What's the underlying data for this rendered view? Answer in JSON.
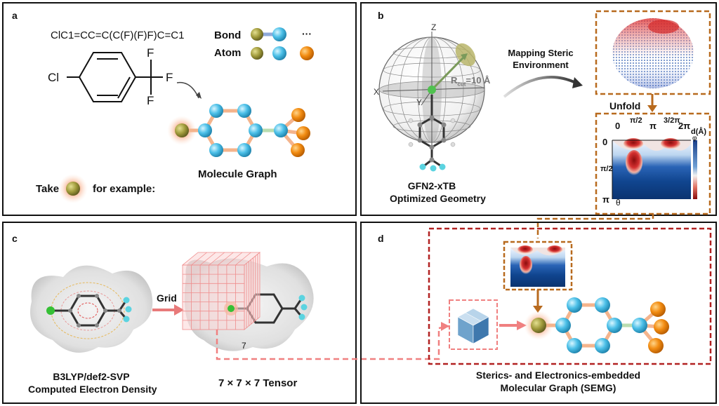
{
  "panel_a": {
    "label": "a",
    "smiles": "ClC1=CC=C(C(F)(F)F)C=C1",
    "cl": "Cl",
    "f1": "F",
    "f2": "F",
    "f3": "F",
    "legend_bond": "Bond",
    "legend_atom": "Atom",
    "legend_more": "···",
    "take": "Take",
    "for_example": "for example:",
    "molecule_graph": "Molecule Graph"
  },
  "panel_b": {
    "label": "b",
    "axis_z": "Z",
    "axis_x": "X",
    "axis_y": "Y",
    "rcut": "R",
    "rcut_sub": "cut",
    "rcut_val": "=10 Å",
    "geom_line1": "GFN2-xTB",
    "geom_line2": "Optimized Geometry",
    "mapping_line1": "Mapping Steric",
    "mapping_line2": "Environment",
    "unfold": "Unfold",
    "phi_ticks": [
      "0",
      "π/2",
      "π",
      "3/2π",
      "2π"
    ],
    "theta_ticks": [
      "0",
      "π/2",
      "π"
    ],
    "phi": "φ",
    "theta": "θ",
    "colorbar_label": "d(Å)"
  },
  "panel_c": {
    "label": "c",
    "grid": "Grid",
    "seven": "7",
    "caption1_line1": "B3LYP/def2-SVP",
    "caption1_line2": "Computed Electron Density",
    "caption2": "7 × 7 × 7  Tensor"
  },
  "panel_d": {
    "label": "d",
    "caption_line1": "Sterics- and Electronics-embedded",
    "caption_line2": "Molecular Graph (SEMG)"
  },
  "colors": {
    "olive_atom": "#a09a3a",
    "cyan_atom": "#47bde6",
    "orange_atom": "#f08a10",
    "bond_orange": "#f4b48c",
    "bond_green": "#a9dca0",
    "dashed_brown": "#b86a1e",
    "dashed_red": "#b22222",
    "dashed_pink": "#f08080"
  }
}
